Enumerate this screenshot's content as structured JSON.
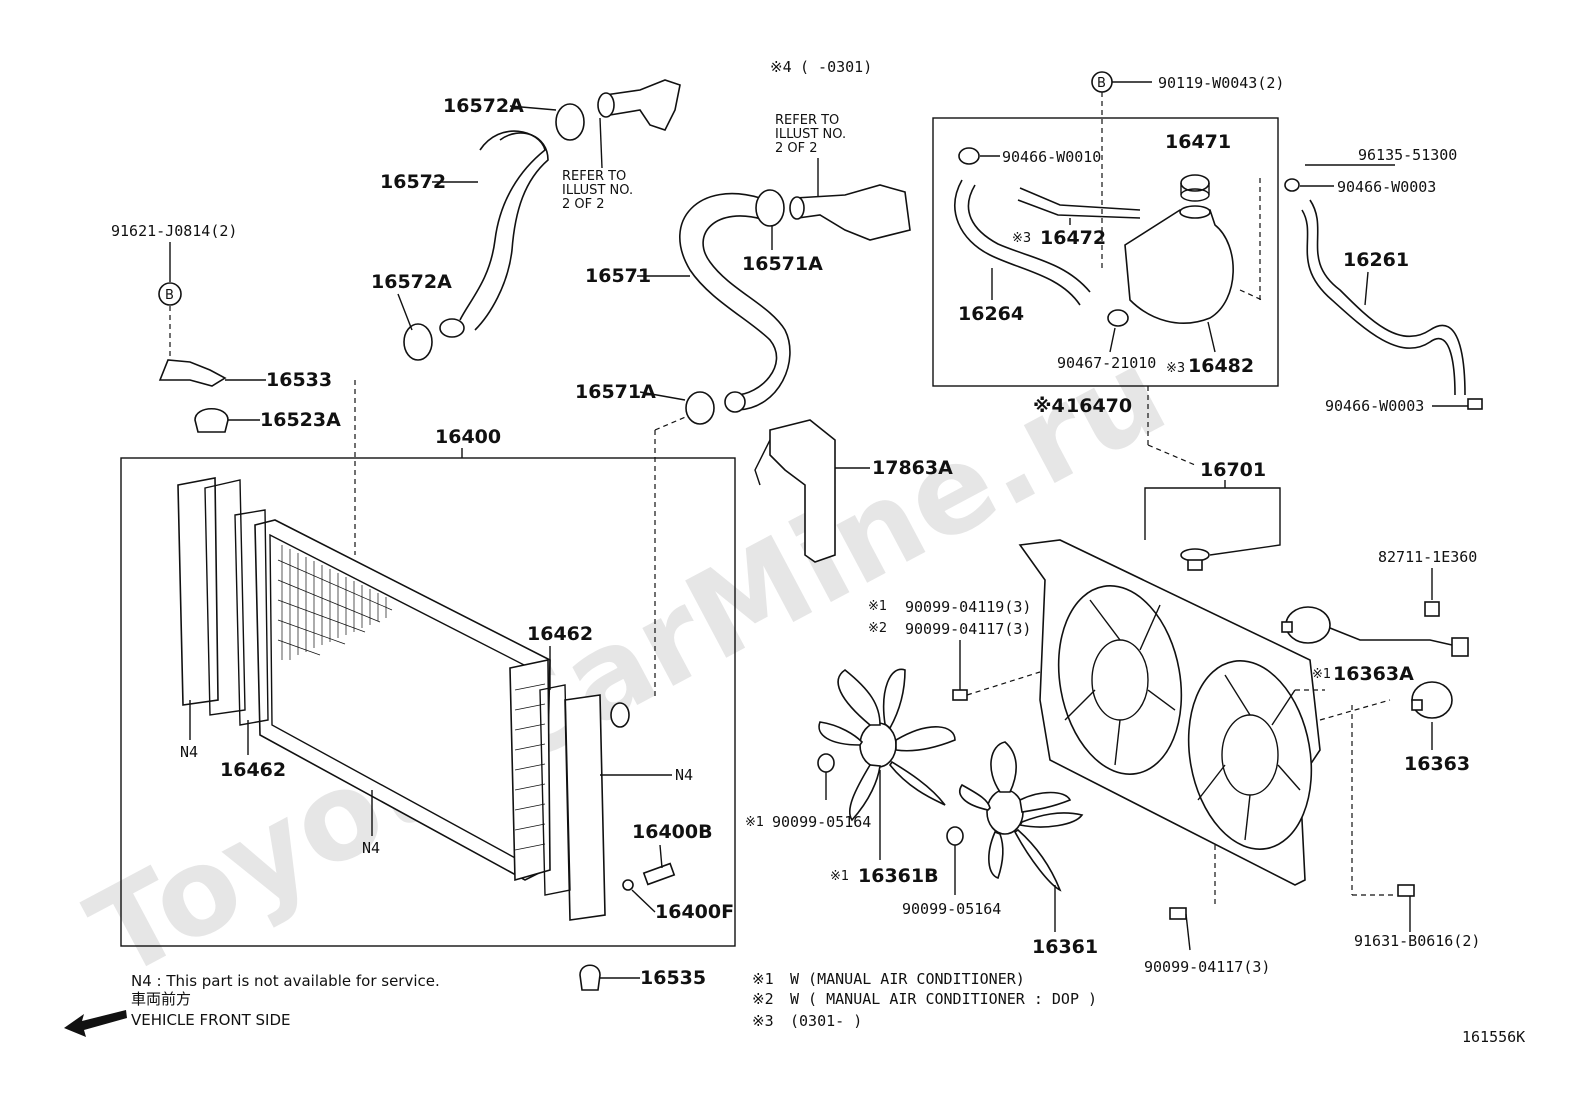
{
  "watermark": "ToyotaCarMine.ru",
  "diagram_id": "161556K",
  "header_note": {
    "mark": "※4",
    "range": "(      -0301)"
  },
  "parts": {
    "p16572A_top": "16572A",
    "p16572": "16572",
    "refer1": [
      "REFER TO",
      "ILLUST NO.",
      "2 OF 2"
    ],
    "refer2": [
      "REFER TO",
      "ILLUST NO.",
      "2 OF 2"
    ],
    "p91621": "91621-J0814(2)",
    "marker_b": "B",
    "p16572A_mid": "16572A",
    "p16533": "16533",
    "p16523A": "16523A",
    "p16571": "16571",
    "p16571A_top": "16571A",
    "p16571A_mid": "16571A",
    "p16400": "16400",
    "p17863A": "17863A",
    "p90119": "90119-W0043(2)",
    "p16471": "16471",
    "p90466_w0010": "90466-W0010",
    "p16472": "16472",
    "p16472_mark": "※3",
    "p16264": "16264",
    "p90467": "90467-21010",
    "p16482": "16482",
    "p16482_mark": "※3",
    "p16470": "16470",
    "p16470_mark": "※4",
    "p96135": "96135-51300",
    "p90466_w0003_a": "90466-W0003",
    "p16261": "16261",
    "p90466_w0003_b": "90466-W0003",
    "p16701": "16701",
    "p82711": "82711-1E360",
    "p16363A": "16363A",
    "p16363A_mark": "※1",
    "p16363": "16363",
    "p90099_04119": "90099-04119(3)",
    "p90099_04119_mark": "※1",
    "p90099_04117_top": "90099-04117(3)",
    "p90099_04117_top_mark": "※2",
    "p16462_right": "16462",
    "p16462_left": "16462",
    "n4_left": "N4",
    "n4_right": "N4",
    "n4_bottom": "N4",
    "p16400B": "16400B",
    "p16400F": "16400F",
    "p90099_05164_left": "90099-05164",
    "p90099_05164_left_mark": "※1",
    "p16361B": "16361B",
    "p16361B_mark": "※1",
    "p90099_05164_mid": "90099-05164",
    "p16361": "16361",
    "p90099_04117_bottom": "90099-04117(3)",
    "p91631": "91631-B0616(2)",
    "p16535": "16535"
  },
  "notes": {
    "n4_note": "N4 : This part is not available for service.",
    "vehicle_front_jp": "車両前方",
    "vehicle_front": "VEHICLE FRONT SIDE",
    "legend": [
      {
        "mark": "※1",
        "text": "W (MANUAL  AIR  CONDITIONER)"
      },
      {
        "mark": "※2",
        "text": "W ( MANUAL AIR CONDITIONER : DOP )"
      },
      {
        "mark": "※3",
        "text": "(0301-        )"
      }
    ]
  }
}
